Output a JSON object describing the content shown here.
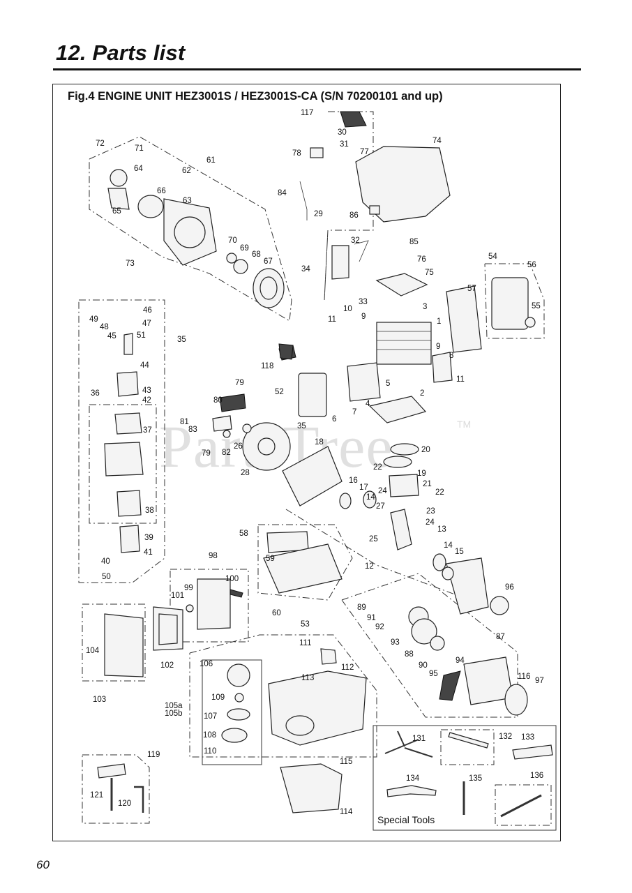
{
  "header": {
    "title": "12. Parts list"
  },
  "figure": {
    "caption": "Fig.4 ENGINE UNIT  HEZ3001S / HEZ3001S-CA  (S/N 70200101 and up)",
    "watermark": "PartsTree",
    "watermark_tm": "TM",
    "special_tools_label": "Special Tools",
    "part_numbers": [
      "1",
      "2",
      "3",
      "4",
      "5",
      "6",
      "7",
      "8",
      "9",
      "10",
      "11",
      "12",
      "13",
      "14",
      "15",
      "16",
      "17",
      "18",
      "19",
      "20",
      "21",
      "22",
      "23",
      "24",
      "25",
      "26",
      "27",
      "28",
      "29",
      "30",
      "31",
      "32",
      "33",
      "34",
      "35",
      "36",
      "37",
      "38",
      "39",
      "40",
      "41",
      "42",
      "43",
      "44",
      "45",
      "46",
      "47",
      "48",
      "49",
      "50",
      "51",
      "52",
      "53",
      "54",
      "55",
      "56",
      "57",
      "58",
      "59",
      "60",
      "61",
      "62",
      "63",
      "64",
      "65",
      "66",
      "67",
      "68",
      "69",
      "70",
      "71",
      "72",
      "73",
      "74",
      "75",
      "76",
      "77",
      "78",
      "79",
      "80",
      "81",
      "82",
      "83",
      "84",
      "85",
      "86",
      "87",
      "88",
      "89",
      "90",
      "91",
      "92",
      "93",
      "94",
      "95",
      "96",
      "97",
      "98",
      "99",
      "100",
      "101",
      "102",
      "103",
      "104",
      "105a",
      "105b",
      "106",
      "107",
      "108",
      "109",
      "110",
      "111",
      "112",
      "113",
      "114",
      "115",
      "116",
      "117",
      "118",
      "119",
      "120",
      "121",
      "131",
      "132",
      "133",
      "134",
      "135",
      "136"
    ]
  },
  "footer": {
    "page_number": "60"
  }
}
